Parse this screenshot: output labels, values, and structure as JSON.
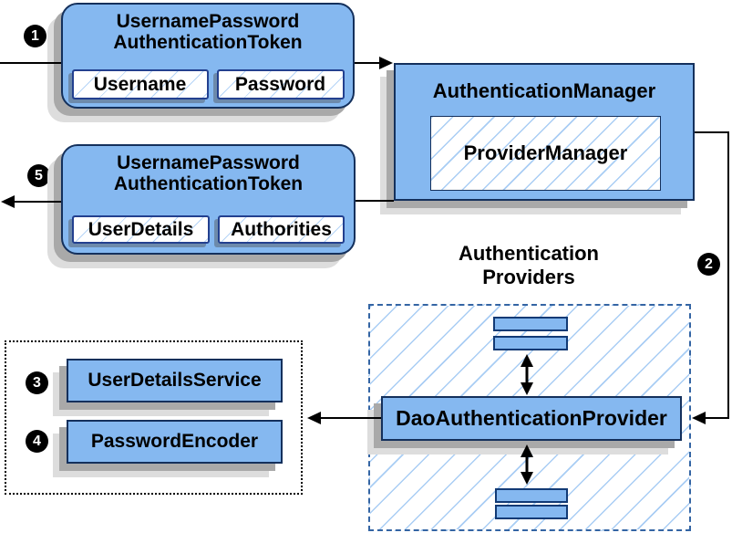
{
  "request_token": {
    "title_lines": [
      "UsernamePassword",
      "AuthenticationToken"
    ],
    "fields": [
      "Username",
      "Password"
    ]
  },
  "response_token": {
    "title_lines": [
      "UsernamePassword",
      "AuthenticationToken"
    ],
    "fields": [
      "UserDetails",
      "Authorities"
    ]
  },
  "manager": {
    "title": "AuthenticationManager",
    "inner": "ProviderManager"
  },
  "providers": {
    "label_lines": [
      "Authentication",
      "Providers"
    ],
    "dao": "DaoAuthenticationProvider"
  },
  "services": {
    "user_details_service": "UserDetailsService",
    "password_encoder": "PasswordEncoder"
  },
  "steps": [
    "1",
    "2",
    "3",
    "4",
    "5"
  ],
  "colors": {
    "box_fill": "#85B8F0",
    "box_border": "#14305C",
    "field_border": "#23408F",
    "hatch_line": "#A9CDF4",
    "dashed_border": "#3465A4",
    "shadow": "#A9A9A9",
    "connector": "#000000"
  }
}
